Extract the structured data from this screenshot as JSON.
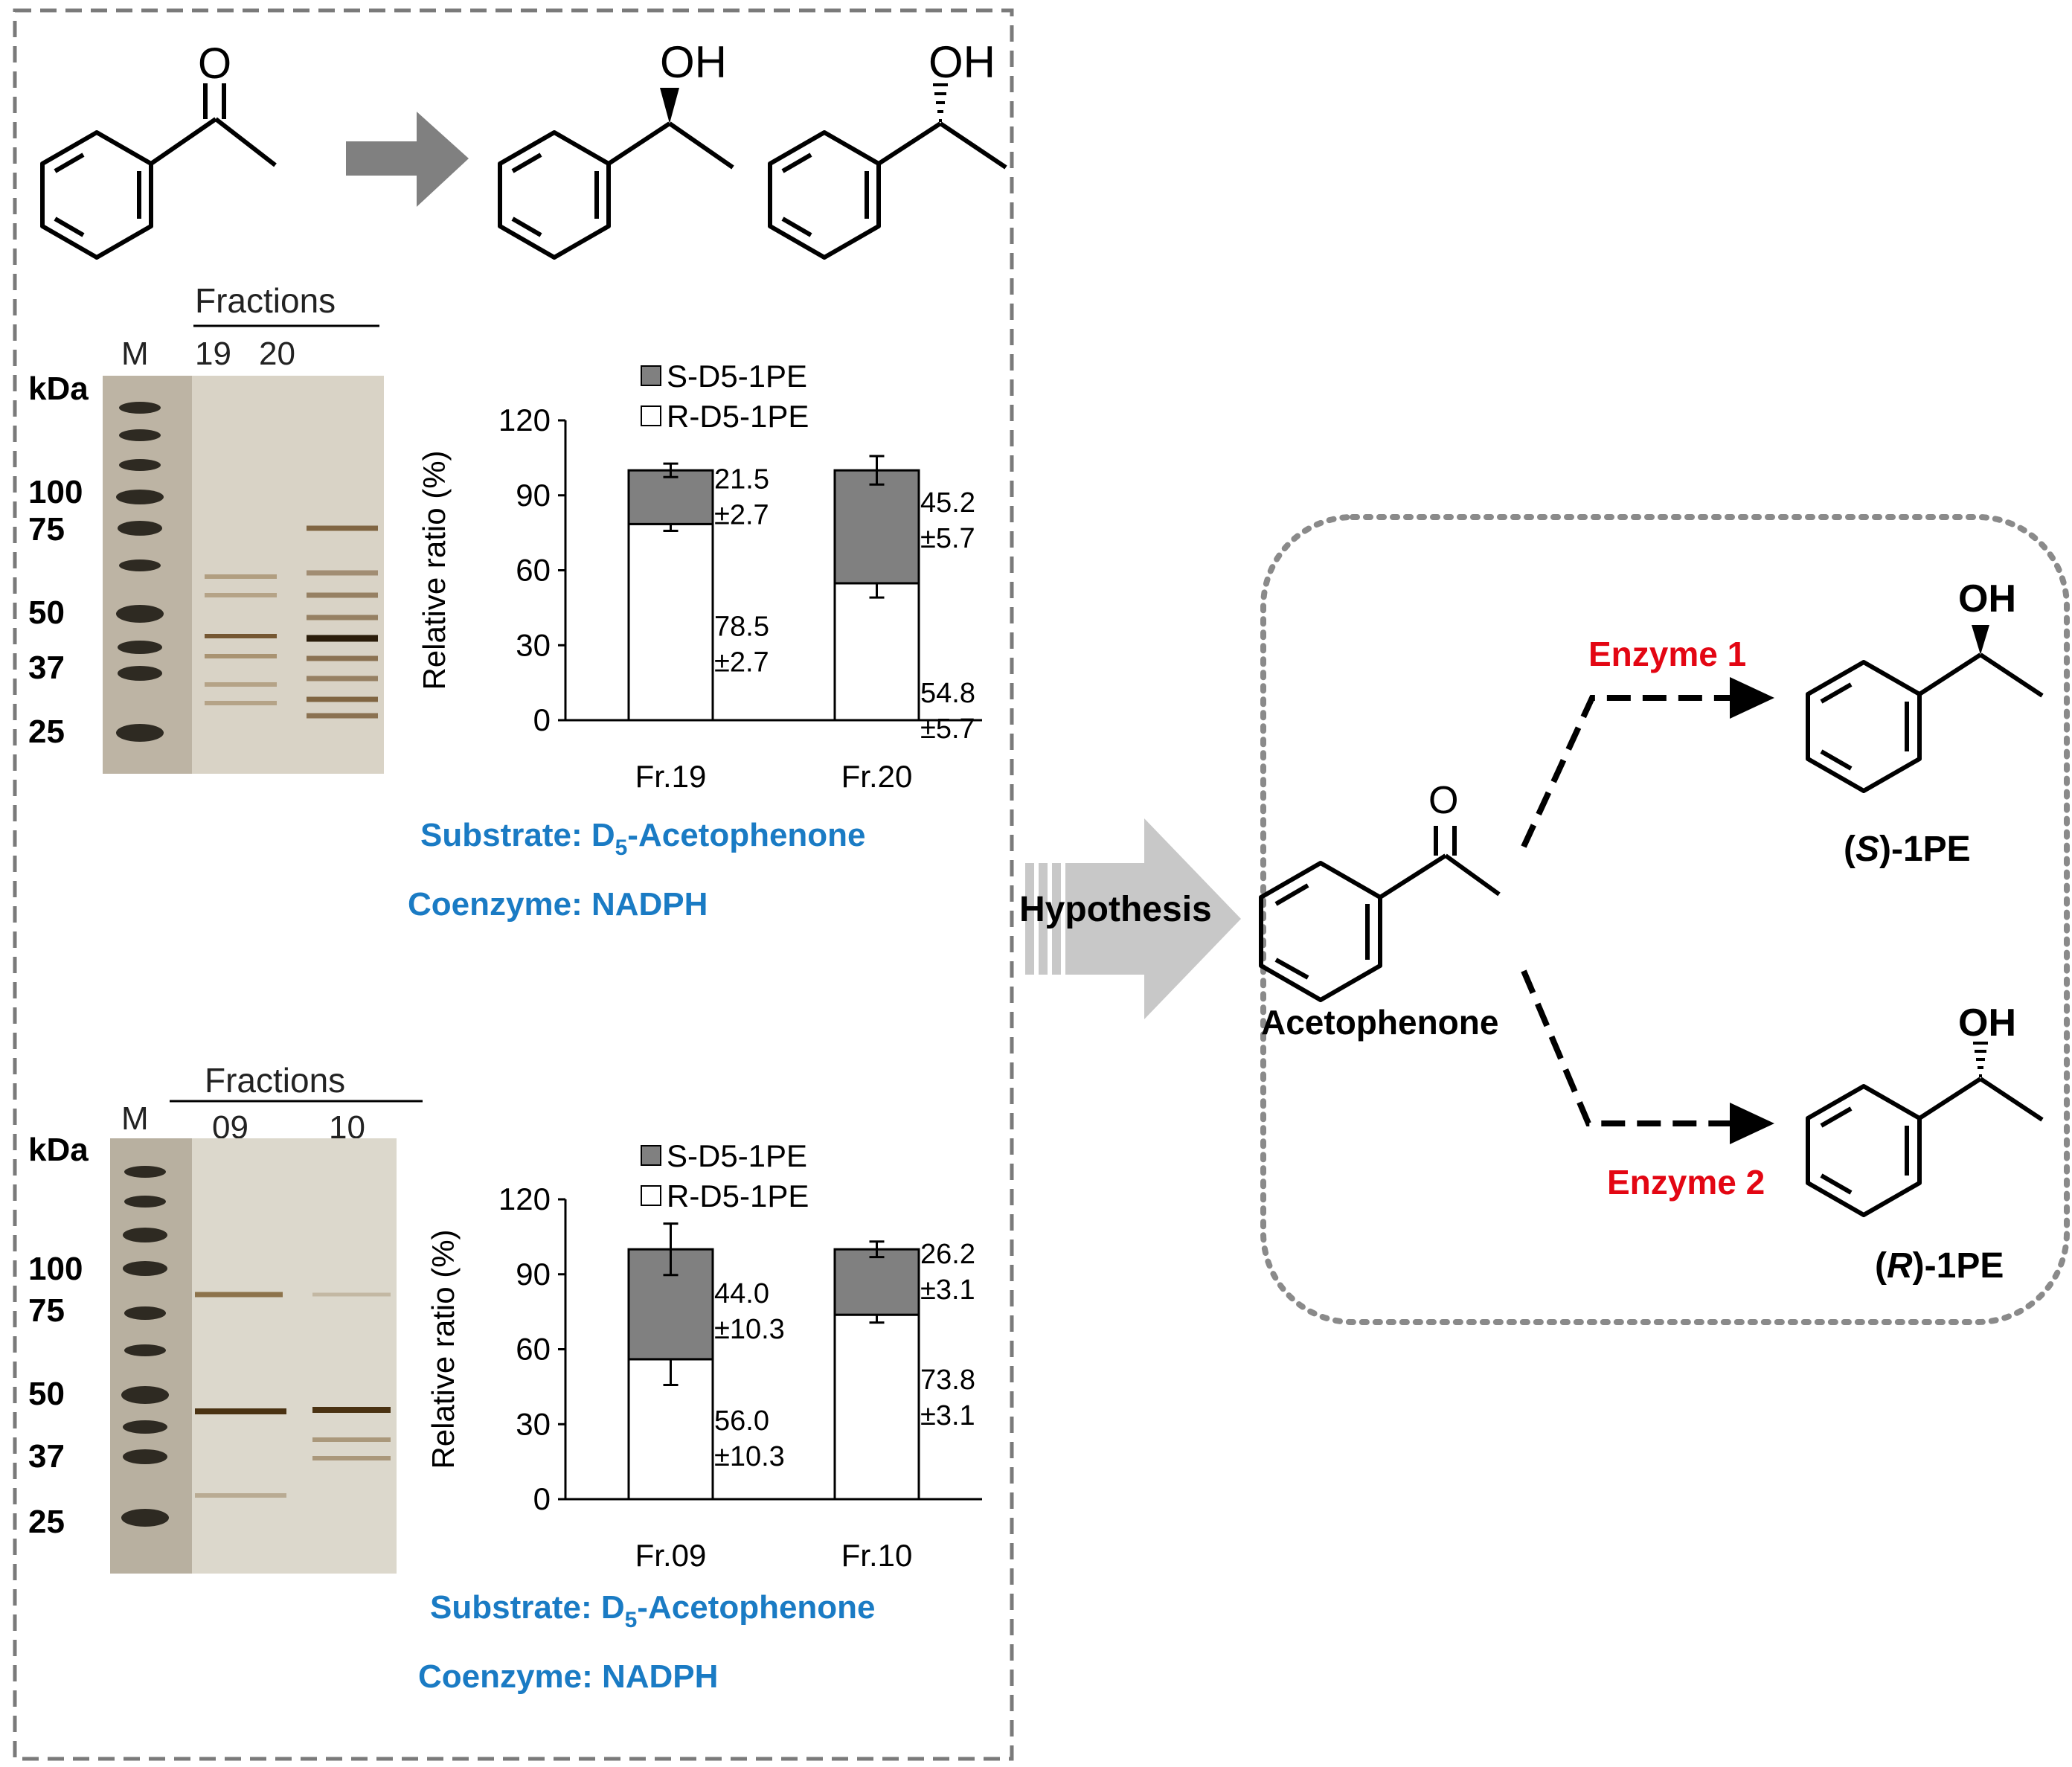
{
  "reaction_top": {
    "oh_1": "OH",
    "oh_2": "OH"
  },
  "gel_1": {
    "fractions_label": "Fractions",
    "marker_label": "M",
    "lanes": [
      "19",
      "20"
    ],
    "unit_label": "kDa",
    "mw_labels": [
      "100",
      "75",
      "50",
      "37",
      "25"
    ]
  },
  "gel_2": {
    "fractions_label": "Fractions",
    "marker_label": "M",
    "lanes": [
      "09",
      "10"
    ],
    "unit_label": "kDa",
    "mw_labels": [
      "100",
      "75",
      "50",
      "37",
      "25"
    ]
  },
  "conditions_1": {
    "substrate_label": "Substrate:",
    "substrate_prefix": "D",
    "substrate_sub": "5",
    "substrate_suffix": "-Acetophenone",
    "coenzyme_label": "Coenzyme:",
    "coenzyme_value": "NADPH"
  },
  "conditions_2": {
    "substrate_label": "Substrate:",
    "substrate_prefix": "D",
    "substrate_sub": "5",
    "substrate_suffix": "-Acetophenone",
    "coenzyme_label": "Coenzyme:",
    "coenzyme_value": "NADPH"
  },
  "chart_data": [
    {
      "type": "bar",
      "stacked": true,
      "categories": [
        "Fr.19",
        "Fr.20"
      ],
      "ylabel": "Relative ratio (%)",
      "ylim": [
        0,
        120
      ],
      "yticks": [
        "0",
        "30",
        "60",
        "90",
        "120"
      ],
      "legend_position": "top",
      "series": [
        {
          "name": "R-D5-1PE",
          "values": [
            78.5,
            54.8
          ],
          "errors": [
            2.7,
            5.7
          ],
          "color": "#ffffff",
          "labels": [
            [
              "78.5",
              "±2.7"
            ],
            [
              "54.8",
              "±5.7"
            ]
          ]
        },
        {
          "name": "S-D5-1PE",
          "values": [
            21.5,
            45.2
          ],
          "errors": [
            2.7,
            5.7
          ],
          "color": "#808080",
          "labels": [
            [
              "21.5",
              "±2.7"
            ],
            [
              "45.2",
              "±5.7"
            ]
          ]
        }
      ]
    },
    {
      "type": "bar",
      "stacked": true,
      "categories": [
        "Fr.09",
        "Fr.10"
      ],
      "ylabel": "Relative ratio (%)",
      "ylim": [
        0,
        120
      ],
      "yticks": [
        "0",
        "30",
        "60",
        "90",
        "120"
      ],
      "legend_position": "top",
      "series": [
        {
          "name": "R-D5-1PE",
          "values": [
            56.0,
            73.8
          ],
          "errors": [
            10.3,
            3.1
          ],
          "color": "#ffffff",
          "labels": [
            [
              "56.0",
              "±10.3"
            ],
            [
              "73.8",
              "±3.1"
            ]
          ]
        },
        {
          "name": "S-D5-1PE",
          "values": [
            44.0,
            26.2
          ],
          "errors": [
            10.3,
            3.1
          ],
          "color": "#808080",
          "labels": [
            [
              "44.0",
              "±10.3"
            ],
            [
              "26.2",
              "±3.1"
            ]
          ]
        }
      ]
    }
  ],
  "hypothesis": {
    "arrow_label": "Hypothesis",
    "substrate_name": "Acetophenone",
    "enzyme_1": "Enzyme 1",
    "enzyme_2": "Enzyme 2",
    "oh_s": "OH",
    "oh_r": "OH",
    "product_s": {
      "open": "(",
      "letter": "S",
      "close": ")-1PE"
    },
    "product_r": {
      "open": "(",
      "letter": "R",
      "close": ")-1PE"
    }
  }
}
